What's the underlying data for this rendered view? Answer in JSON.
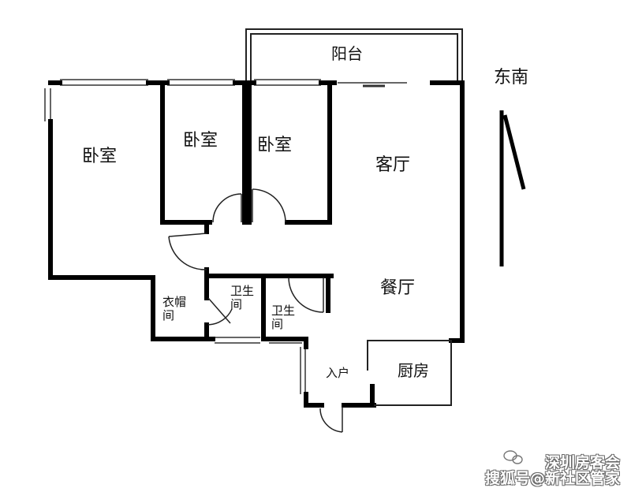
{
  "rooms": {
    "balcony": "阳台",
    "bedroom_1": "卧室",
    "bedroom_2": "卧室",
    "bedroom_3": "卧室",
    "living_room": "客厅",
    "dining_room": "餐厅",
    "cloakroom_1": "衣帽",
    "cloakroom_2": "间",
    "bathroom_1_1": "卫生",
    "bathroom_1_2": "间",
    "bathroom_2_1": "卫生",
    "bathroom_2_2": "间",
    "entrance": "入户",
    "kitchen": "厨房"
  },
  "compass": {
    "label": "东南"
  },
  "watermark": {
    "line1": "深圳房客会",
    "line2": "搜狐号@新社区管家"
  }
}
